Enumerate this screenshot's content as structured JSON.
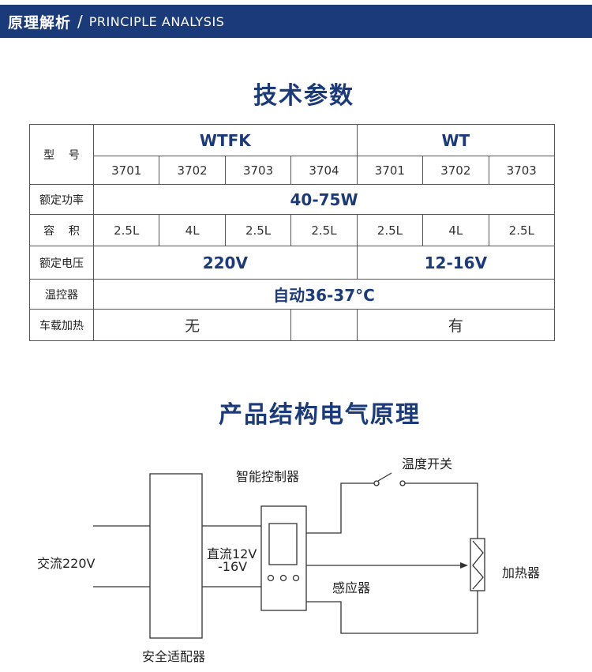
{
  "header": {
    "title_cn": "原理解析",
    "separator": "/",
    "title_en": "PRINCIPLE ANALYSIS"
  },
  "spec_section": {
    "title": "技术参数",
    "rows": {
      "model_label": "型    号",
      "group_wtfk": "WTFK",
      "group_wt": "WT",
      "models": [
        "3701",
        "3702",
        "3703",
        "3704",
        "3701",
        "3702",
        "3703"
      ],
      "rated_power_label": "额定功率",
      "rated_power_value": "40-75W",
      "capacity_label": "容    积",
      "capacities": [
        "2.5L",
        "4L",
        "2.5L",
        "2.5L",
        "2.5L",
        "4L",
        "2.5L"
      ],
      "rated_voltage_label": "额定电压",
      "voltage_wtfk": "220V",
      "voltage_wt": "12-16V",
      "thermostat_label": "温控器",
      "thermostat_value": "自动36-37°C",
      "car_heating_label": "车载加热",
      "car_heating_wtfk": "无",
      "car_heating_wt": "有"
    }
  },
  "diagram_section": {
    "title": "产品结构电气原理",
    "labels": {
      "ac_input": "交流220V",
      "adapter": "安全适配器",
      "dc_output_line1": "直流12V",
      "dc_output_line2": "-16V",
      "controller": "智能控制器",
      "temp_switch": "温度开关",
      "sensor": "感应器",
      "heater": "加热器"
    }
  }
}
